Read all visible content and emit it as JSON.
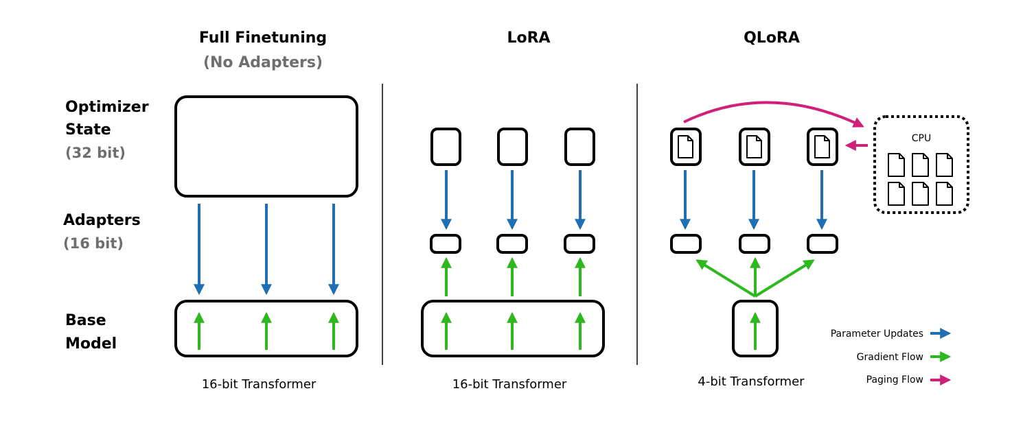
{
  "columns": [
    {
      "title": "Full Finetuning",
      "subtitle": "(No Adapters)",
      "caption": "16-bit Transformer"
    },
    {
      "title": "LoRA",
      "caption": "16-bit Transformer"
    },
    {
      "title": "QLoRA",
      "caption": "4-bit Transformer"
    }
  ],
  "rows": {
    "optimizer": {
      "line1": "Optimizer",
      "line2": "State",
      "bits": "(32 bit)"
    },
    "adapters": {
      "line1": "Adapters",
      "bits": "(16 bit)"
    },
    "base": {
      "line1": "Base",
      "line2": "Model"
    }
  },
  "cpu": {
    "label": "CPU"
  },
  "legend": [
    {
      "label": "Parameter Updates",
      "color": "#1f6fb5"
    },
    {
      "label": "Gradient Flow",
      "color": "#2db81f"
    },
    {
      "label": "Paging Flow",
      "color": "#d0217a"
    }
  ]
}
